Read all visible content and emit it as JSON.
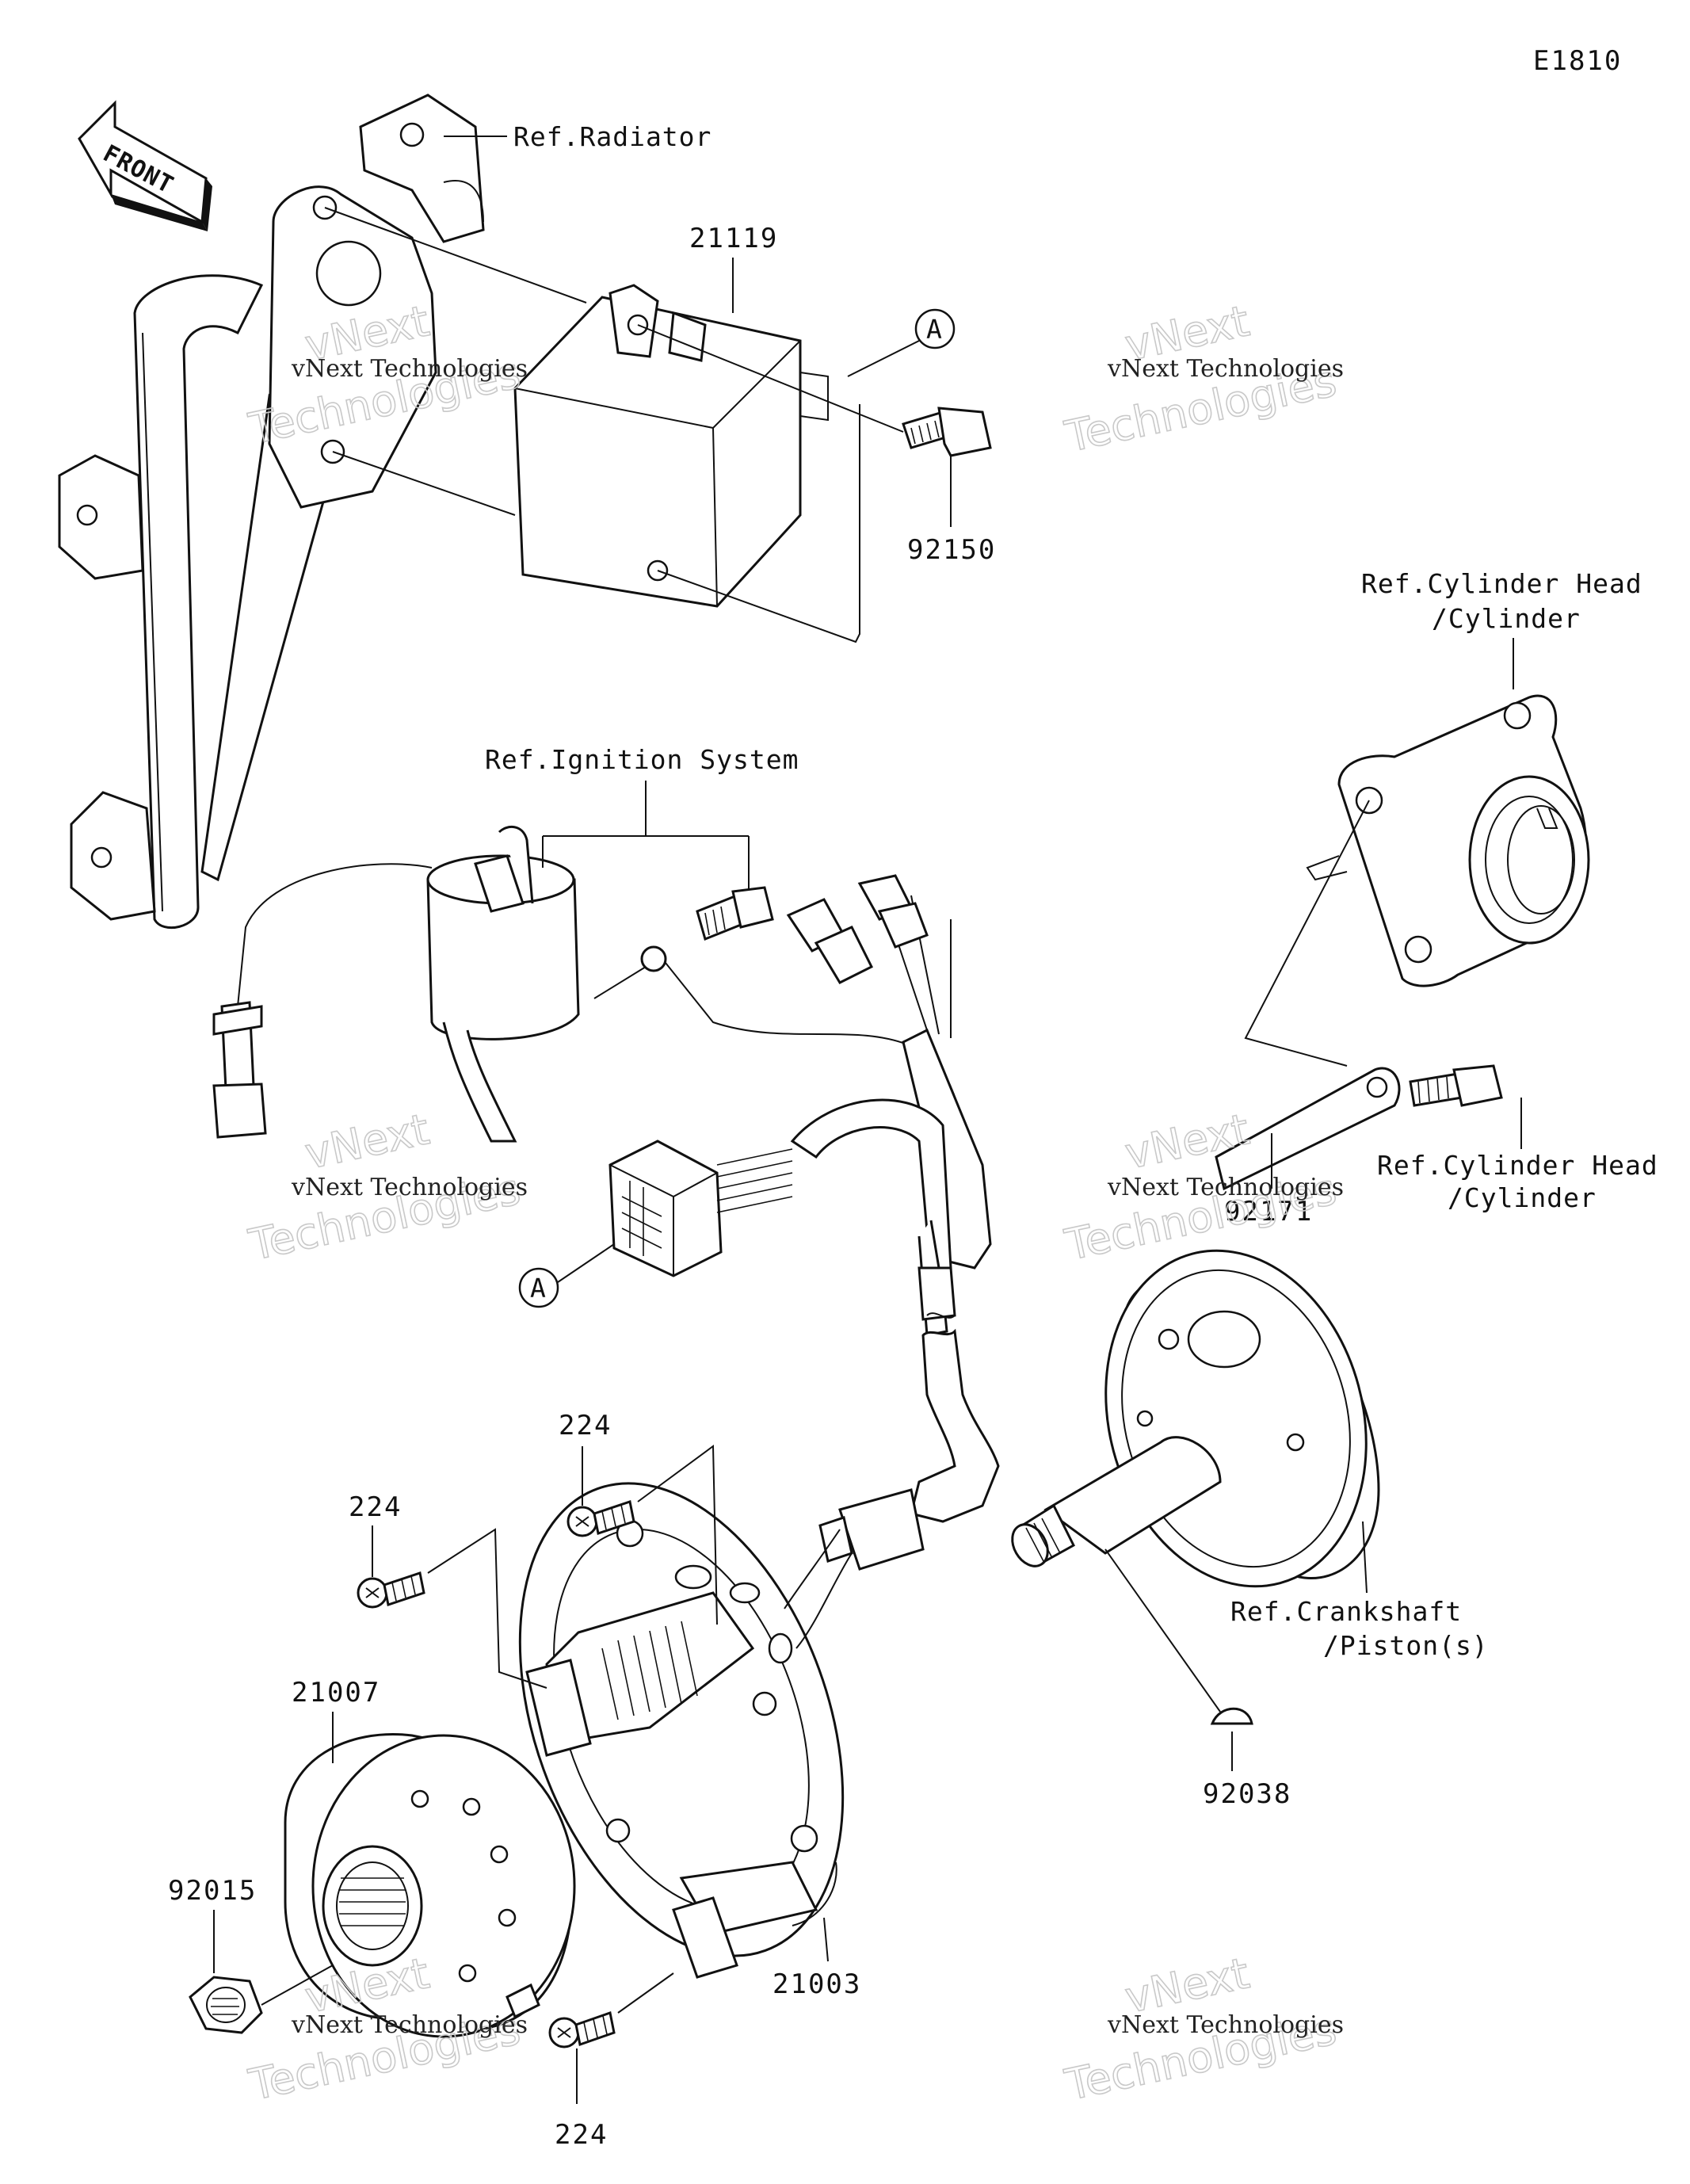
{
  "diagram_code": "E1810",
  "front_arrow_label": "FRONT",
  "ref_labels": {
    "radiator": "Ref.Radiator",
    "ignition_system": "Ref.Ignition System",
    "cylinder_head_top_line1": "Ref.Cylinder Head",
    "cylinder_head_top_line2": "/Cylinder",
    "cylinder_head_bottom_line1": "Ref.Cylinder Head",
    "cylinder_head_bottom_line2": "/Cylinder",
    "crankshaft_line1": "Ref.Crankshaft",
    "crankshaft_line2": "/Piston(s)"
  },
  "connector_callouts": [
    "A",
    "A"
  ],
  "part_numbers": {
    "cdi_unit": "21119",
    "bolt_cdi": "92150",
    "flywheel": "21007",
    "stator": "21003",
    "nut": "92015",
    "woodruff_key": "92038",
    "screw_1": "224",
    "screw_2": "224",
    "screw_3": "224",
    "bracket_partial": "92171"
  },
  "watermark": {
    "line1": "vNext Technologies",
    "line2": "vNext",
    "line3": "Technologies"
  }
}
